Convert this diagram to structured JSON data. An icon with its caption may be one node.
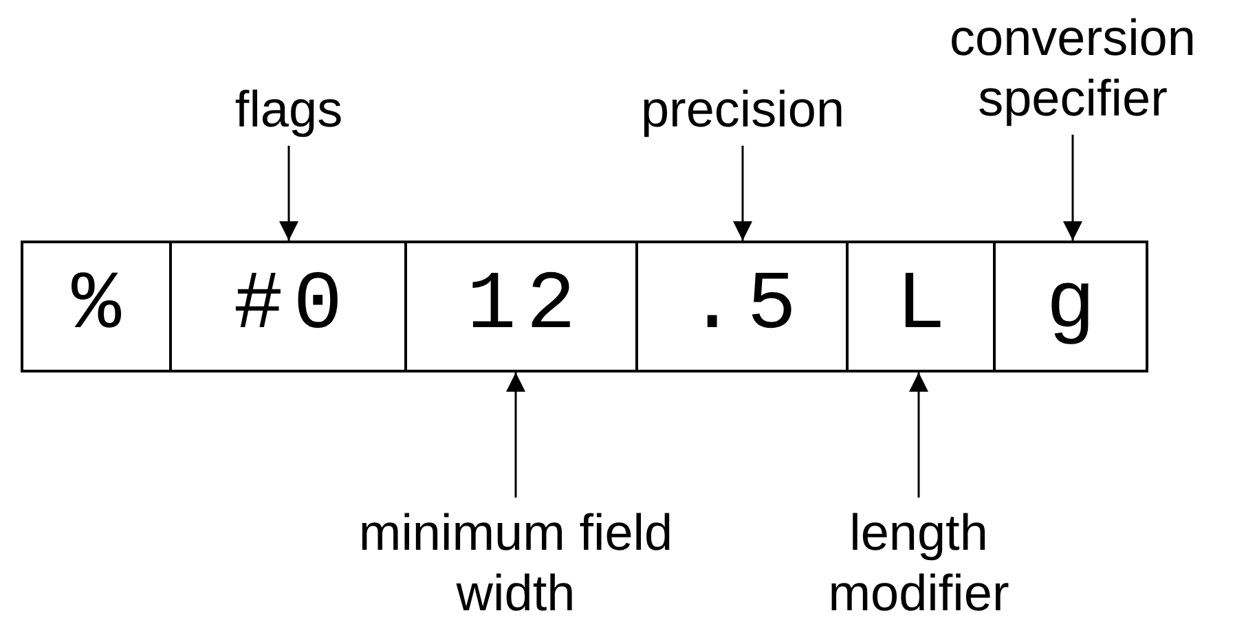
{
  "diagram": {
    "nodes": [
      {
        "text": [
          "%"
        ]
      },
      {
        "text": [
          "#0"
        ]
      },
      {
        "text": [
          "12"
        ]
      },
      {
        "text": [
          ".5"
        ]
      },
      {
        "text": [
          "L"
        ]
      },
      {
        "text": [
          "g"
        ]
      },
      {
        "text": [
          "flags"
        ]
      },
      {
        "text": [
          "precision"
        ]
      },
      {
        "text": [
          "conversion specifier"
        ]
      },
      {
        "text": [
          "minimum field width"
        ]
      },
      {
        "text": [
          "length modifier"
        ]
      }
    ],
    "edges": [
      {
        "from": 6,
        "to": 1,
        "arrow": "to"
      },
      {
        "from": 7,
        "to": 3,
        "arrow": "to"
      },
      {
        "from": 8,
        "to": 5,
        "arrow": "to"
      },
      {
        "from": 9,
        "to": 2,
        "arrow": "to"
      },
      {
        "from": 10,
        "to": 4,
        "arrow": "to"
      }
    ]
  }
}
